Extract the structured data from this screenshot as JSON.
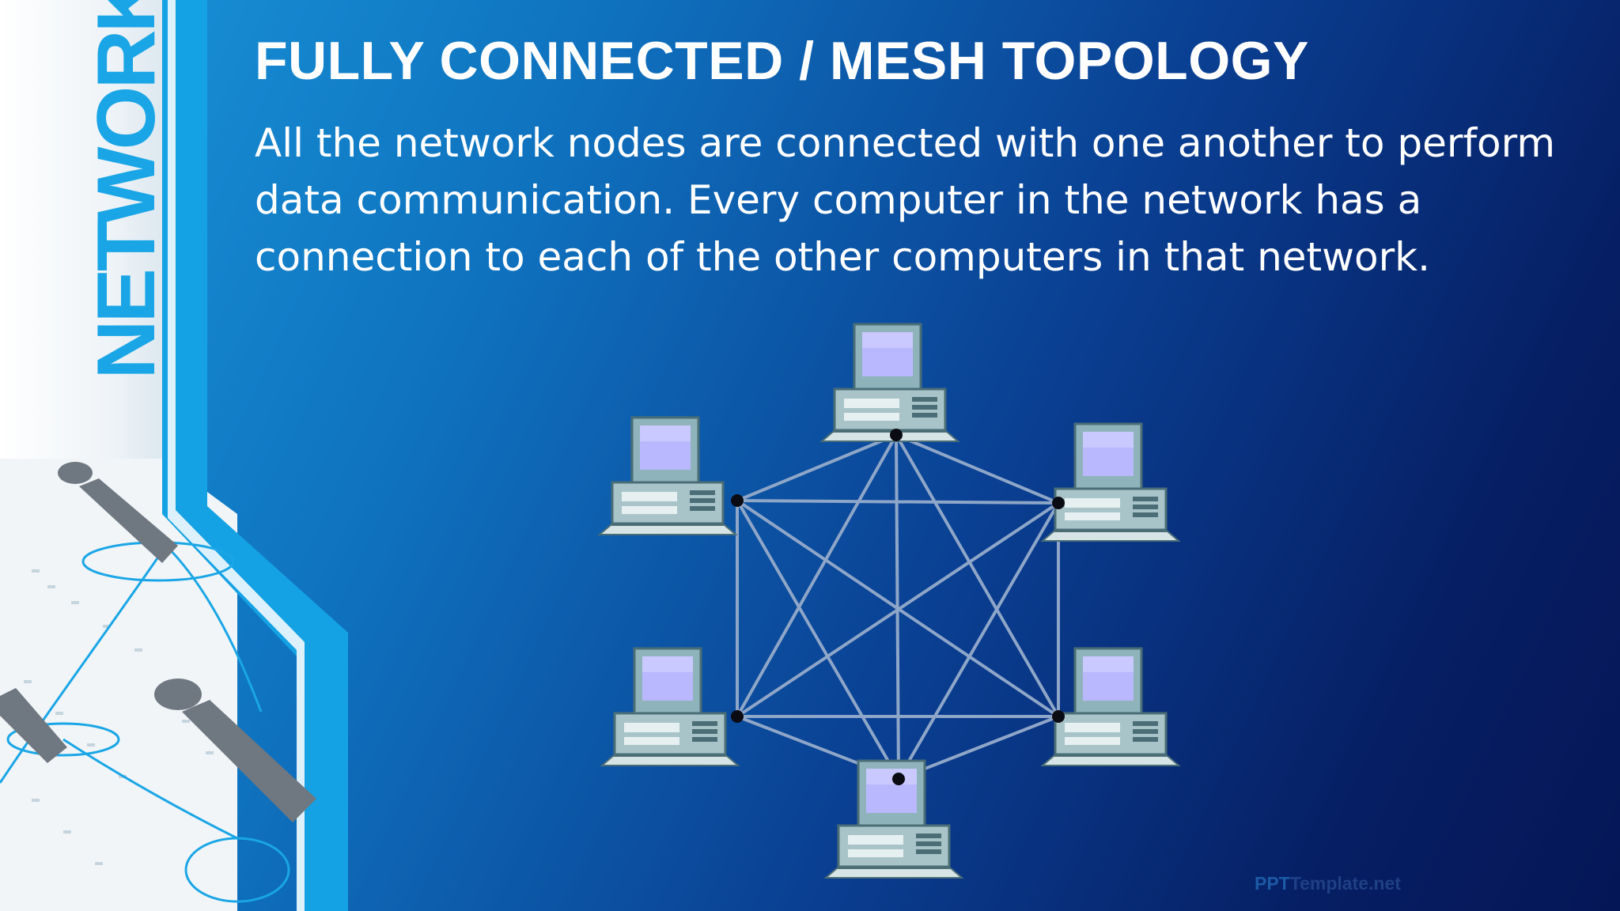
{
  "slide": {
    "side_word": "NETWORK",
    "title": "FULLY CONNECTED / MESH TOPOLOGY",
    "body": "All the network nodes are connected with one another to perform data communication. Every computer in the network has a connection to each of the other computers in that network.",
    "watermark_prefix": "PPT",
    "watermark_suffix": "Template.net"
  },
  "diagram": {
    "type": "full-mesh",
    "node_icon": "desktop-computer-icon",
    "node_count": 6,
    "nodes": [
      "top",
      "upper-left",
      "upper-right",
      "lower-left",
      "lower-right",
      "bottom"
    ],
    "links": [
      [
        "top",
        "upper-left"
      ],
      [
        "top",
        "upper-right"
      ],
      [
        "top",
        "lower-left"
      ],
      [
        "top",
        "lower-right"
      ],
      [
        "top",
        "bottom"
      ],
      [
        "upper-left",
        "upper-right"
      ],
      [
        "upper-left",
        "lower-left"
      ],
      [
        "upper-left",
        "lower-right"
      ],
      [
        "upper-left",
        "bottom"
      ],
      [
        "upper-right",
        "lower-left"
      ],
      [
        "upper-right",
        "lower-right"
      ],
      [
        "upper-right",
        "bottom"
      ],
      [
        "lower-left",
        "lower-right"
      ],
      [
        "lower-left",
        "bottom"
      ],
      [
        "lower-right",
        "bottom"
      ]
    ]
  },
  "colors": {
    "link": "#8ea6c8",
    "hub": "#0b0b14",
    "screen": "#b8b8ff",
    "casing": "#a9c4c9"
  }
}
